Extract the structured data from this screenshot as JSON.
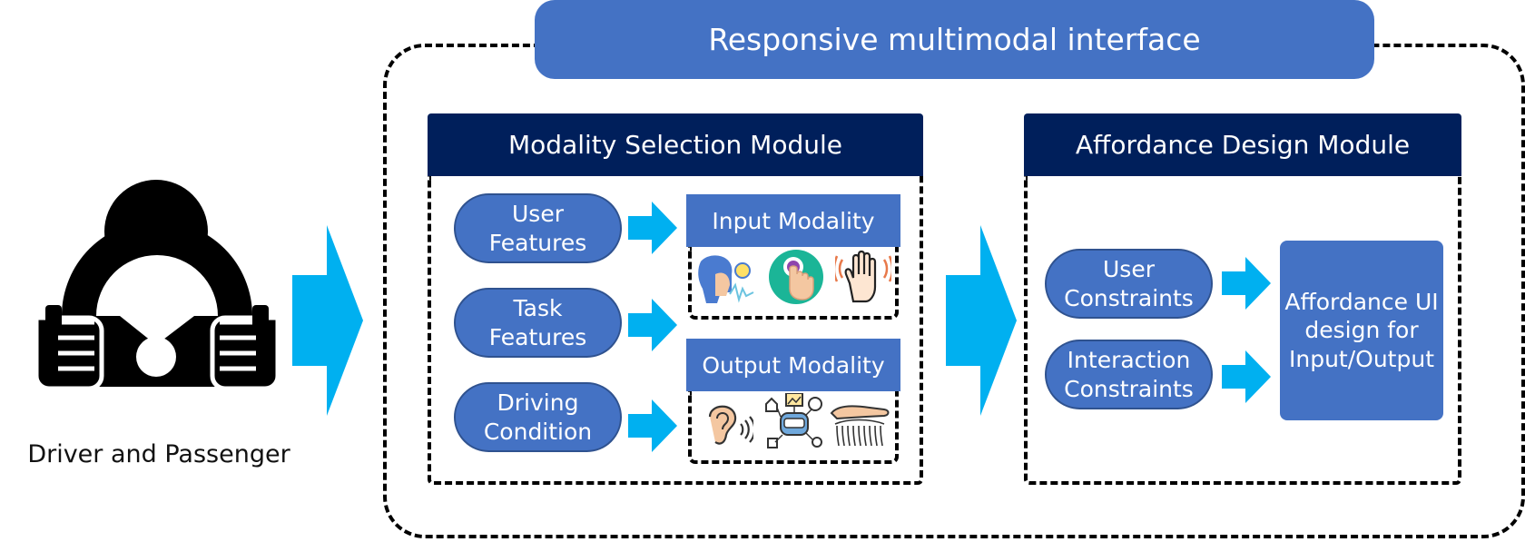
{
  "title": "Responsive multimodal interface",
  "actor": {
    "label": "Driver and Passenger",
    "icon": "driver-steering-wheel-icon"
  },
  "modality_selection": {
    "header": "Modality Selection Module",
    "features": [
      {
        "line1": "User",
        "line2": "Features"
      },
      {
        "line1": "Task",
        "line2": "Features"
      },
      {
        "line1": "Driving",
        "line2": "Condition"
      }
    ],
    "input_modality": {
      "title": "Input Modality",
      "icons": [
        "voice-face-icon",
        "touch-button-icon",
        "hand-gesture-icon"
      ]
    },
    "output_modality": {
      "title": "Output Modality",
      "icons": [
        "ear-sound-icon",
        "visual-display-robot-icon",
        "haptic-hand-icon"
      ]
    }
  },
  "affordance_design": {
    "header": "Affordance Design Module",
    "constraints": [
      {
        "line1": "User",
        "line2": "Constraints"
      },
      {
        "line1": "Interaction",
        "line2": "Constraints"
      }
    ],
    "result": {
      "line1": "Affordance UI",
      "line2": "design for",
      "line3": "Input/Output"
    }
  },
  "colors": {
    "accent_blue": "#4472c4",
    "header_navy": "#001f5b",
    "arrow_cyan": "#00b0f0"
  }
}
